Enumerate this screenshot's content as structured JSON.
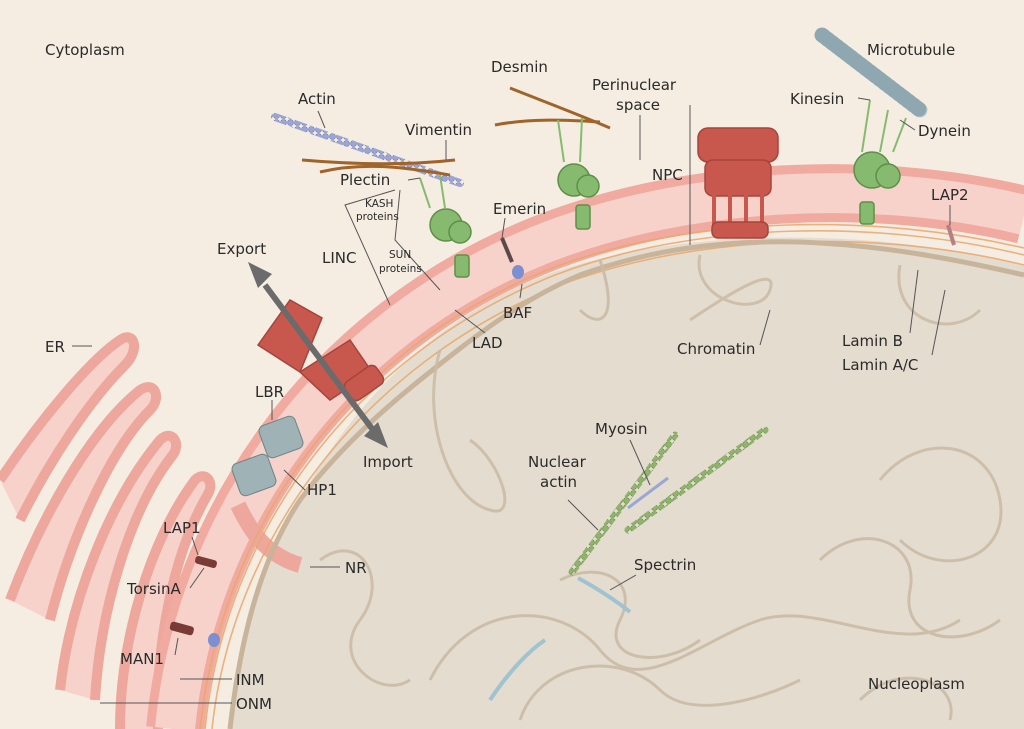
{
  "labels": {
    "cytoplasm": "Cytoplasm",
    "nucleoplasm": "Nucleoplasm",
    "actin": "Actin",
    "vimentin": "Vimentin",
    "plectin": "Plectin",
    "kash": "KASH",
    "kash2": "proteins",
    "sun": "SUN",
    "sun2": "proteins",
    "linc": "LINC",
    "export": "Export",
    "import": "Import",
    "desmin": "Desmin",
    "perinuclear1": "Perinuclear",
    "perinuclear2": "space",
    "npc": "NPC",
    "emerin": "Emerin",
    "baf": "BAF",
    "lad": "LAD",
    "microtubule": "Microtubule",
    "kinesin": "Kinesin",
    "dynein": "Dynein",
    "lap2": "LAP2",
    "chromatin": "Chromatin",
    "laminb": "Lamin B",
    "laminac": "Lamin A/C",
    "er": "ER",
    "lbr": "LBR",
    "hp1": "HP1",
    "myosin": "Myosin",
    "nuclear1": "Nuclear",
    "nuclear2": "actin",
    "spectrin": "Spectrin",
    "lap1": "LAP1",
    "torsina": "TorsinA",
    "nr": "NR",
    "man1": "MAN1",
    "inm": "INM",
    "onm": "ONM"
  },
  "colors": {
    "background": "#f5ede2",
    "nucleoplasm": "#e5dcd0",
    "membrane": "#f2b0a6",
    "lumen": "#f7d2cb",
    "npc": "#c8584e",
    "motor": "#7fb069",
    "fiber": "#a0642a",
    "lamina": "#e8a56a"
  }
}
